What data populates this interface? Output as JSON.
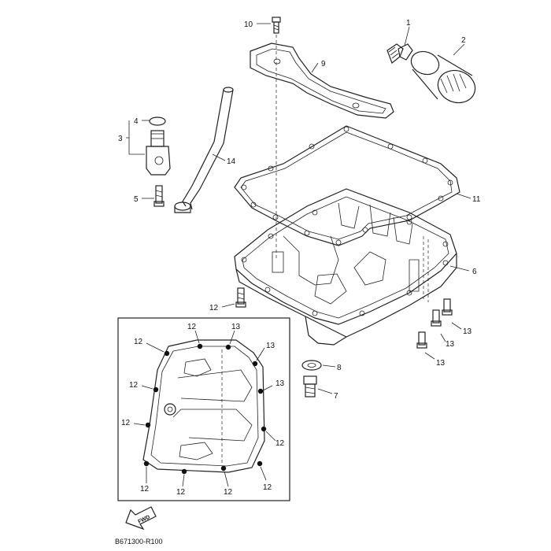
{
  "callouts": {
    "c1": "1",
    "c2": "2",
    "c3": "3",
    "c4": "4",
    "c5": "5",
    "c6": "6",
    "c7": "7",
    "c8": "8",
    "c9": "9",
    "c10": "10",
    "c11": "11",
    "c12": "12",
    "c13": "13",
    "c14": "14"
  },
  "direction_label": "FWD",
  "diagram_code": "B671300-R100",
  "colors": {
    "line": "#222222",
    "background": "#ffffff"
  }
}
